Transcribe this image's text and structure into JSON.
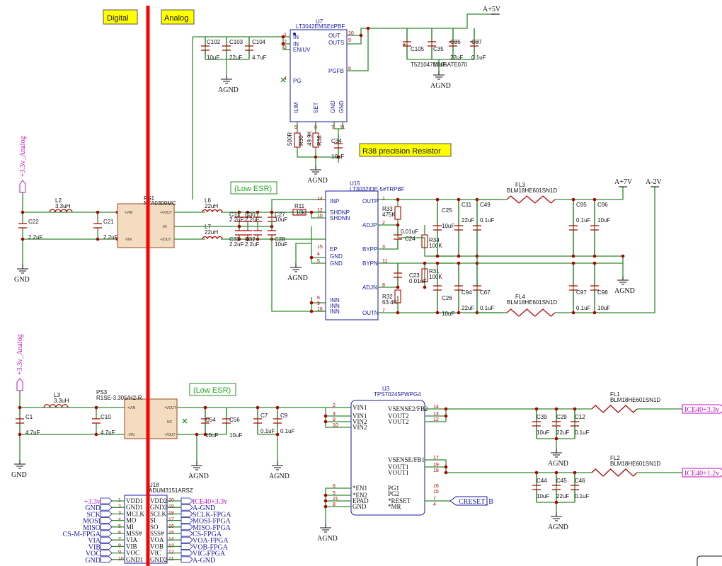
{
  "banners": {
    "digital": "Digital",
    "analog": "Analog",
    "precision": "R38 precision Resistor"
  },
  "low_esr": [
    "(Low ESR)",
    "(Low ESR)"
  ],
  "rails": {
    "a5v": "A+5V",
    "a7v": "A+7V",
    "am2v": "A-2V",
    "p33_analog_1": "+3.3v_Analog",
    "p33_analog_2": "+3.3v_Analog",
    "ice33": "ICE40+3.3v",
    "ice12": "ICE40+1.2v",
    "creset": "CRESET_B",
    "p33": "+3.3v",
    "ice33_u18": "ICE40+3.3v"
  },
  "grounds": {
    "gnd": "GND",
    "agnd": "AGND"
  },
  "chips": {
    "u7": {
      "ref": "U7",
      "part": "LT3042EMSE#PBF",
      "pins_left": [
        "IN",
        "IN",
        "EN/UV",
        "PG"
      ],
      "pins_left_num": [
        "1",
        "2",
        "3",
        "4"
      ],
      "pins_right": [
        "OUT",
        "OUTS",
        "PGFB"
      ],
      "pins_right_num": [
        "10",
        "9",
        "6"
      ],
      "pins_bottom": [
        "ILIM",
        "SET",
        "GND",
        "GND"
      ],
      "pins_bottom_num": [
        "5",
        "8",
        "7",
        "11"
      ]
    },
    "u15": {
      "ref": "U15",
      "part": "LT3032IDE-5#TRPBF",
      "pins_left": [
        "INP",
        "SHDNP",
        "SHDNN",
        "EP",
        "GND",
        "GND",
        "INN",
        "INN",
        "INN"
      ],
      "pins_left_num": [
        "14",
        "12",
        "10",
        "15",
        "4",
        "5",
        "6",
        "9",
        "16"
      ],
      "pins_right": [
        "OUTP",
        "ADJP",
        "BYPP",
        "BYPN",
        "ADJN",
        "OUTN"
      ],
      "pins_right_num": [
        "1",
        "2",
        "3",
        "11",
        "8",
        "7"
      ]
    },
    "u3": {
      "ref": "U3",
      "part": "TPS70245PWPG4",
      "pins_left": [
        "VIN1",
        "VIN1",
        "VIN2",
        "VIN2",
        "*EN1",
        "*EN2",
        "EPAD",
        "GND"
      ],
      "pins_left_num": [
        "2",
        "3",
        "9",
        "10",
        "6",
        "5",
        "21",
        "8"
      ],
      "pins_right": [
        "VSENSE2/FB2",
        "VOUT2",
        "VOUT2",
        "VSENSE/FB1",
        "VOUT1",
        "VOUT1",
        "PG1",
        "PG2",
        "*RESET",
        "*MR"
      ],
      "pins_right_num": [
        "14",
        "13",
        "12",
        "17",
        "19",
        "18",
        "16",
        "15",
        "7",
        "4"
      ]
    },
    "ps1": {
      "ref": "PS1",
      "part": "NTA0309MC",
      "pins": [
        "+VIN",
        "-VIN",
        "+VOUT",
        "0V",
        "-VOUT"
      ]
    },
    "ps3": {
      "ref": "PS3",
      "part": "R1SE-3.305/H2-R",
      "pins": [
        "+VIN",
        "-VIN",
        "+VOUT",
        "NC",
        "-VOUT"
      ]
    },
    "u18": {
      "ref": "U18",
      "part": "ADUM3151ARSZ",
      "left_pins": [
        "VDD1",
        "GND1",
        "MCLK",
        "MO",
        "MI",
        "MSS#",
        "VIA",
        "VIB",
        "VOC",
        "GND1"
      ],
      "left_nums": [
        "1",
        "2",
        "3",
        "4",
        "5",
        "6",
        "7",
        "8",
        "9",
        "10"
      ],
      "right_pins": [
        "VDD2",
        "GND2",
        "SCLK",
        "SI",
        "SO",
        "SSS#",
        "VOA",
        "VOB",
        "VIC",
        "GND2"
      ],
      "right_nums": [
        "20",
        "19",
        "18",
        "17",
        "16",
        "15",
        "14",
        "13",
        "12",
        "11"
      ],
      "left_nets": [
        "+3.3v",
        "GND",
        "SCK",
        "MOSI",
        "MISO",
        "CS-M-FPGA",
        "VIA",
        "VIB",
        "VOC",
        "GND"
      ],
      "right_nets": [
        "ICE40+3.3v",
        "A-GND",
        "SCLK-FPGA",
        "MOSI-FPGA",
        "MISO-FPGA",
        "CS-FPGA",
        "VOA-FPGA",
        "VOB-FPGA",
        "VIC-FPGA",
        "A-GND"
      ]
    }
  },
  "components": {
    "c102": [
      "C102",
      "10uF"
    ],
    "c103": [
      "C103",
      "22uF"
    ],
    "c104": [
      "C104",
      "4.7uF"
    ],
    "c105": [
      "C105",
      "T521047M006ATE070"
    ],
    "c35": [
      "C35",
      "10uF"
    ],
    "c36": [
      "C36",
      "22uF"
    ],
    "c37": [
      "C37",
      "0.1uF"
    ],
    "r30": [
      "R30",
      "500R"
    ],
    "r38": [
      "R38",
      "49.9K"
    ],
    "c34": [
      "C34",
      "10uF"
    ],
    "c22": [
      "C22",
      "2.2uF"
    ],
    "l2": [
      "L2",
      "3.3uH"
    ],
    "c21": [
      "C21",
      "2.2uF"
    ],
    "l6": [
      "L6",
      "22uH"
    ],
    "l7": [
      "L7",
      "22uH"
    ],
    "c31": [
      "C31",
      "2.2uF"
    ],
    "c30": [
      "C30",
      "2.2uF"
    ],
    "c27": [
      "C27",
      "10uF"
    ],
    "c33": [
      "C33",
      "2.2uF"
    ],
    "c32": [
      "C32",
      "2.2uF"
    ],
    "c28": [
      "C28",
      "10uF"
    ],
    "r11": [
      "R11",
      "10k"
    ],
    "r33": [
      "R33",
      "475K"
    ],
    "c24": [
      "C24",
      "0.01uF"
    ],
    "r34": [
      "R34",
      "100K"
    ],
    "c23": [
      "C23",
      "0.01uF"
    ],
    "r31": [
      "R31",
      "100K"
    ],
    "r32": [
      "R32",
      "63.4K"
    ],
    "c25": [
      "C25",
      "10uF"
    ],
    "c11": [
      "C11",
      "22uF"
    ],
    "c49": [
      "C49",
      "0.1uF"
    ],
    "c26": [
      "C26",
      "10uF"
    ],
    "c94": [
      "C94",
      "22uF"
    ],
    "c67": [
      "C67",
      "0.1uF"
    ],
    "fl3": [
      "FL3",
      "BLM18HE601SN1D"
    ],
    "fl4": [
      "FL4",
      "BLM18HE601SN1D"
    ],
    "c95": [
      "C95",
      "0.1uF"
    ],
    "c96": [
      "C96",
      "10uF"
    ],
    "c97": [
      "C97",
      "0.1uF"
    ],
    "c98": [
      "C98",
      "10uF"
    ],
    "c1": [
      "C1",
      "4.7uF"
    ],
    "l3": [
      "L3",
      "3.3uH"
    ],
    "c10": [
      "C10",
      "4.7uF"
    ],
    "c54": [
      "C54",
      "10uF"
    ],
    "c56": [
      "C56",
      "10uF"
    ],
    "c7": [
      "C7",
      "0.1uF"
    ],
    "c9": [
      "C9",
      "0.1uF"
    ],
    "fl1": [
      "FL1",
      "BLM18HE601SN1D"
    ],
    "fl2": [
      "FL2",
      "BLM18HE601SN1D"
    ],
    "c39": [
      "C39",
      "10uF"
    ],
    "c29": [
      "C29",
      "22uF"
    ],
    "c12": [
      "C12",
      "0.1uF"
    ],
    "c44": [
      "C44",
      "10uF"
    ],
    "c45": [
      "C45",
      "22uF"
    ],
    "c46": [
      "C46",
      "0.1uF"
    ]
  },
  "colors": {
    "wire": "#2e8b2e",
    "chip_outline": "#1a1aa0",
    "pin_number": "#b00000",
    "banner": "#ffff00",
    "divider": "#ff0000",
    "net_flag": "#c010c0",
    "low_esr": "#1faa1f"
  }
}
